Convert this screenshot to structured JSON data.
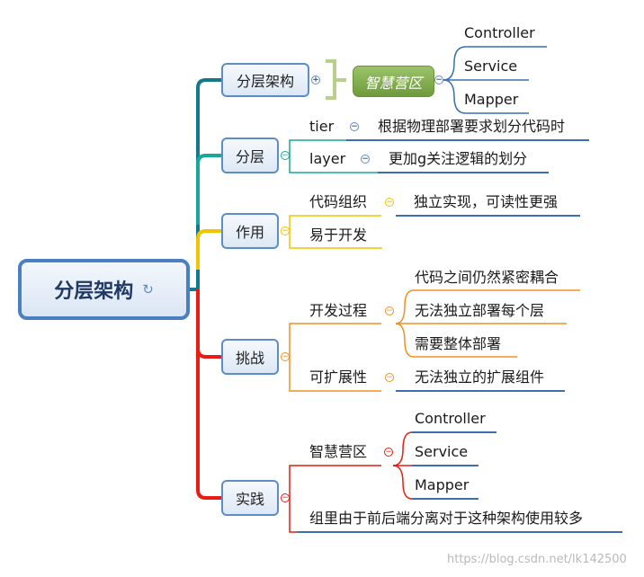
{
  "root": {
    "label": "分层架构",
    "icon": "sync-icon"
  },
  "branches": {
    "arch": {
      "label": "分层架构",
      "group": "智慧营区",
      "items": [
        "Controller",
        "Service",
        "Mapper"
      ]
    },
    "layers": {
      "label": "分层",
      "items": [
        {
          "label": "tier",
          "desc": "根据物理部署要求划分代码时"
        },
        {
          "label": "layer",
          "desc": "更加g关注逻辑的划分"
        }
      ]
    },
    "purpose": {
      "label": "作用",
      "items": [
        {
          "label": "代码组织",
          "desc": "独立实现，可读性更强"
        },
        {
          "label": "易于开发"
        }
      ]
    },
    "challenge": {
      "label": "挑战",
      "items": [
        {
          "label": "开发过程",
          "descs": [
            "代码之间仍然紧密耦合",
            "无法独立部署每个层",
            "需要整体部署"
          ]
        },
        {
          "label": "可扩展性",
          "descs": [
            "无法独立的扩展组件"
          ]
        }
      ]
    },
    "practice": {
      "label": "实践",
      "items": [
        {
          "label": "智慧营区",
          "descs": [
            "Controller",
            "Service",
            "Mapper"
          ]
        },
        {
          "label": "组里由于前后端分离对于这种架构使用较多"
        }
      ]
    }
  },
  "colors": {
    "teal": "#127a8c",
    "cyan": "#17a89a",
    "yellow": "#f2c400",
    "orange": "#f09020",
    "red": "#e81c14",
    "node_border": "#5b8dc9",
    "underline": "#3d6fb0",
    "group_green": "#7fa94a"
  },
  "watermark": "https://blog.csdn.net/lk142500"
}
